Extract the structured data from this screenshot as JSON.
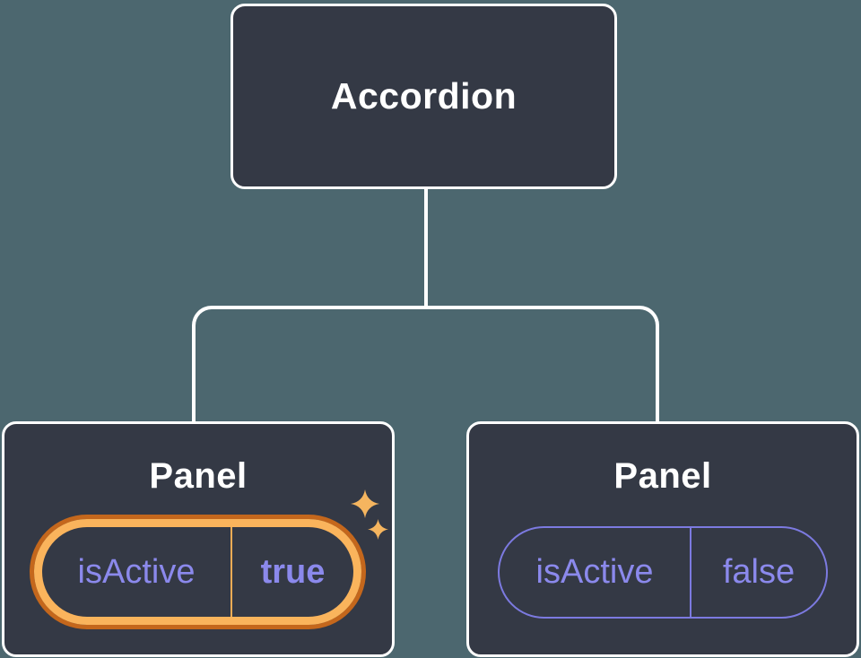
{
  "palette": {
    "background": "#4C676F",
    "node_fill": "#343945",
    "node_border": "#FFFFFF",
    "connector": "#FFFFFF",
    "title_text": "#FFFFFF",
    "prop_text": "#8B89EC",
    "pill_outline": "#7C7AE0",
    "highlight_ring_outer": "#C4671C",
    "highlight_ring_inner": "#FAB45C",
    "highlight_divider": "#F0AC55",
    "sparkle": "#F5B55F"
  },
  "tree": {
    "root": {
      "label": "Accordion"
    },
    "children": [
      {
        "label": "Panel",
        "prop_name": "isActive",
        "prop_value": "true",
        "highlighted": true
      },
      {
        "label": "Panel",
        "prop_name": "isActive",
        "prop_value": "false",
        "highlighted": false
      }
    ]
  }
}
